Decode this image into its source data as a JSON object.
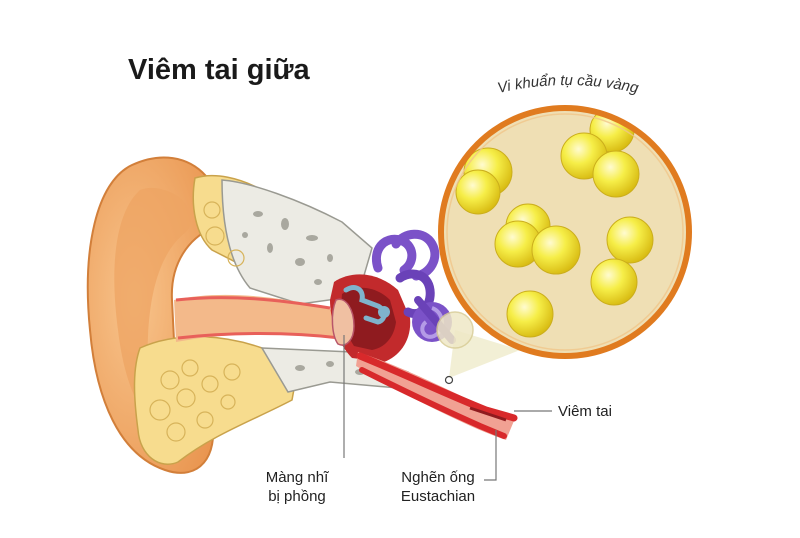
{
  "title": "Viêm tai giữa",
  "labels": {
    "bacteria": "Vi khuẩn tụ cầu vàng",
    "inflammation": "Viêm tai",
    "eardrum_line1": "Màng nhĩ",
    "eardrum_line2": "bị phồng",
    "eustachian_line1": "Nghẽn ống",
    "eustachian_line2": "Eustachian"
  },
  "colors": {
    "skin": "#f2ac6e",
    "skin_dark": "#d9823e",
    "bone": "#ecebe4",
    "fat": "#f7dc8e",
    "tissue_red": "#d8292b",
    "cochlea": "#7b52c8",
    "magnifier_ring": "#e07b1f",
    "magnifier_fill": "#efdfb4",
    "bacteria": "#f3e83a"
  },
  "icons": [
    "ear-anatomy-illustration",
    "magnifier-circle",
    "bacteria-cluster"
  ]
}
